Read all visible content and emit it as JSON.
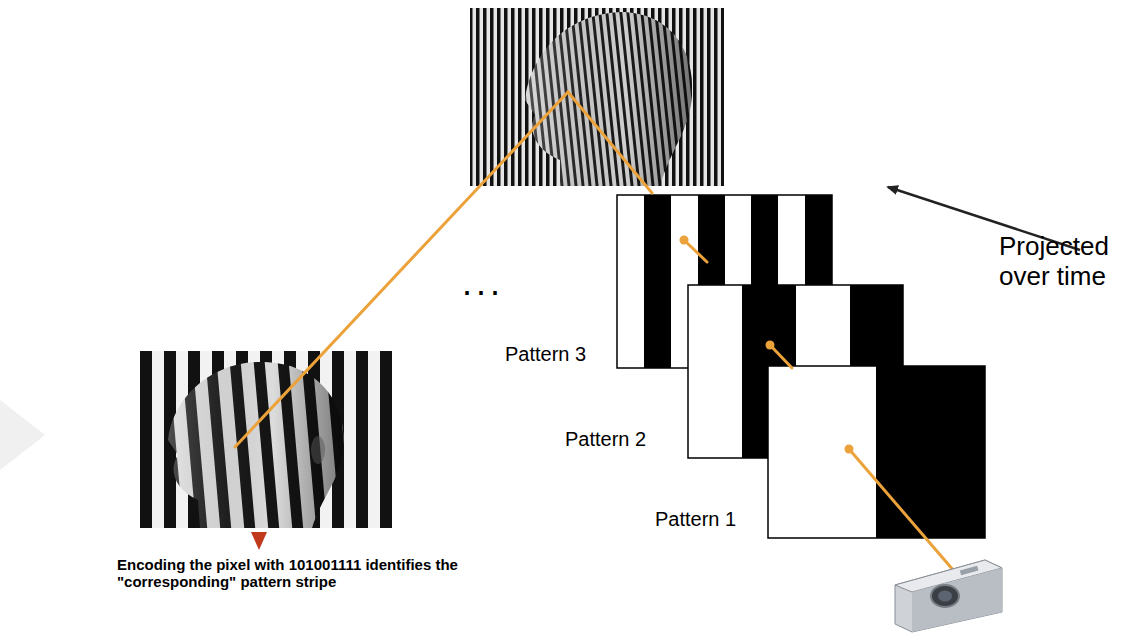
{
  "diagram": {
    "labels": [
      "...",
      "Pattern 3",
      "Pattern 2",
      "Pattern 1",
      "Projected over time",
      "Encoding the pixel with 101001111 identifies the \"corresponding\" pattern stripe"
    ]
  }
}
